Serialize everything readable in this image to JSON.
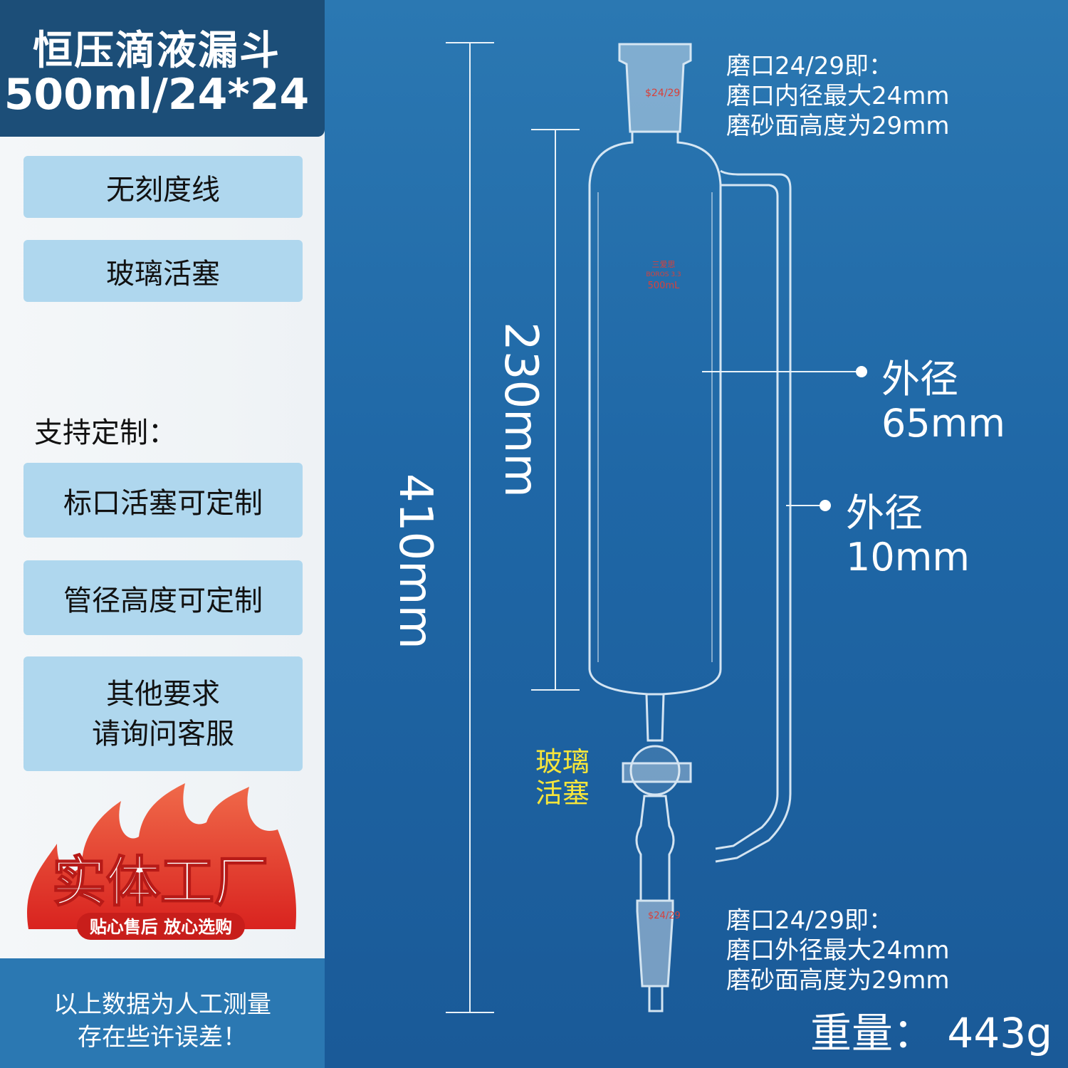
{
  "title": {
    "line1": "恒压滴液漏斗",
    "line2": "500ml/24*24"
  },
  "features": [
    "无刻度线",
    "玻璃活塞"
  ],
  "custom": {
    "title": "支持定制：",
    "items": [
      "标口活塞可定制",
      "管径高度可定制"
    ],
    "other_line1": "其他要求",
    "other_line2": "请询问客服"
  },
  "badge": {
    "main": "实体工厂",
    "sub": "贴心售后 放心选购"
  },
  "footer": {
    "line1": "以上数据为人工测量",
    "line2": "存在些许误差！"
  },
  "dimensions": {
    "total_height": "410mm",
    "body_height": "230mm"
  },
  "top_joint": {
    "line1": "磨口24/29即：",
    "line2": "磨口内径最大24mm",
    "line3": "磨砂面高度为29mm"
  },
  "bottom_joint": {
    "line1": "磨口24/29即：",
    "line2": "磨口外径最大24mm",
    "line3": "磨砂面高度为29mm"
  },
  "outer_diameter_body": {
    "label": "外径",
    "value": "65mm"
  },
  "outer_diameter_tube": {
    "label": "外径",
    "value": "10mm"
  },
  "stopcock": {
    "line1": "玻璃",
    "line2": "活塞"
  },
  "glass_marks": {
    "top_joint": "$24/29",
    "brand": "三爱思",
    "material": "BOROS 3.3",
    "volume": "500mL",
    "bottom_joint": "$24/29"
  },
  "weight": "重量：  443g",
  "colors": {
    "panel_blue": "#1f67a6",
    "title_navy": "#1c4e78",
    "tag_blue": "#afd7ee",
    "accent_yellow": "#f6e53b",
    "flame_red": "#e8342c"
  }
}
